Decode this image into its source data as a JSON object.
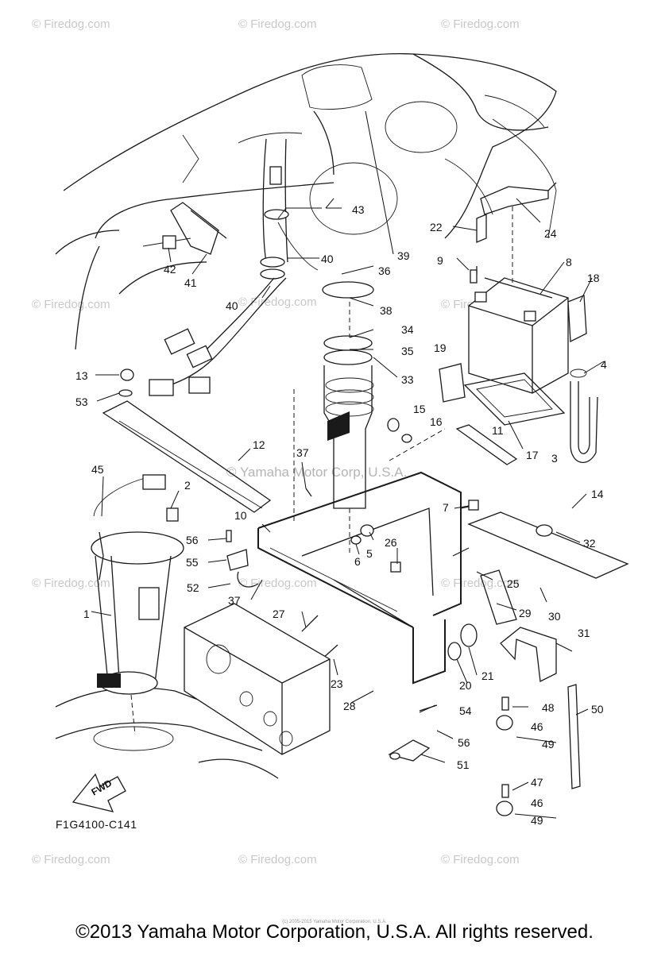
{
  "watermarks": {
    "brand": "© Firedog.com",
    "center": "© Yamaha Motor Corp, U.S.A."
  },
  "diagram": {
    "code": "F1G4100-C141",
    "fwd_arrow": "FWD",
    "callouts": [
      "1",
      "2",
      "3",
      "4",
      "5",
      "6",
      "7",
      "8",
      "9",
      "10",
      "11",
      "12",
      "13",
      "14",
      "15",
      "16",
      "17",
      "18",
      "19",
      "20",
      "21",
      "22",
      "23",
      "24",
      "25",
      "26",
      "27",
      "28",
      "29",
      "30",
      "31",
      "32",
      "33",
      "34",
      "35",
      "36",
      "37",
      "38",
      "39",
      "40",
      "41",
      "42",
      "43",
      "45",
      "46",
      "47",
      "48",
      "49",
      "50",
      "51",
      "52",
      "53",
      "54",
      "55",
      "56"
    ]
  },
  "footer": {
    "copyright": "©2013 Yamaha Motor Corporation, U.S.A. All rights reserved.",
    "fine_print": "(c) 2005-2015 Yamaha Motor Corporation, U.S.A."
  },
  "colors": {
    "line": "#1a1a1a",
    "watermark": "#c8c8c8"
  }
}
